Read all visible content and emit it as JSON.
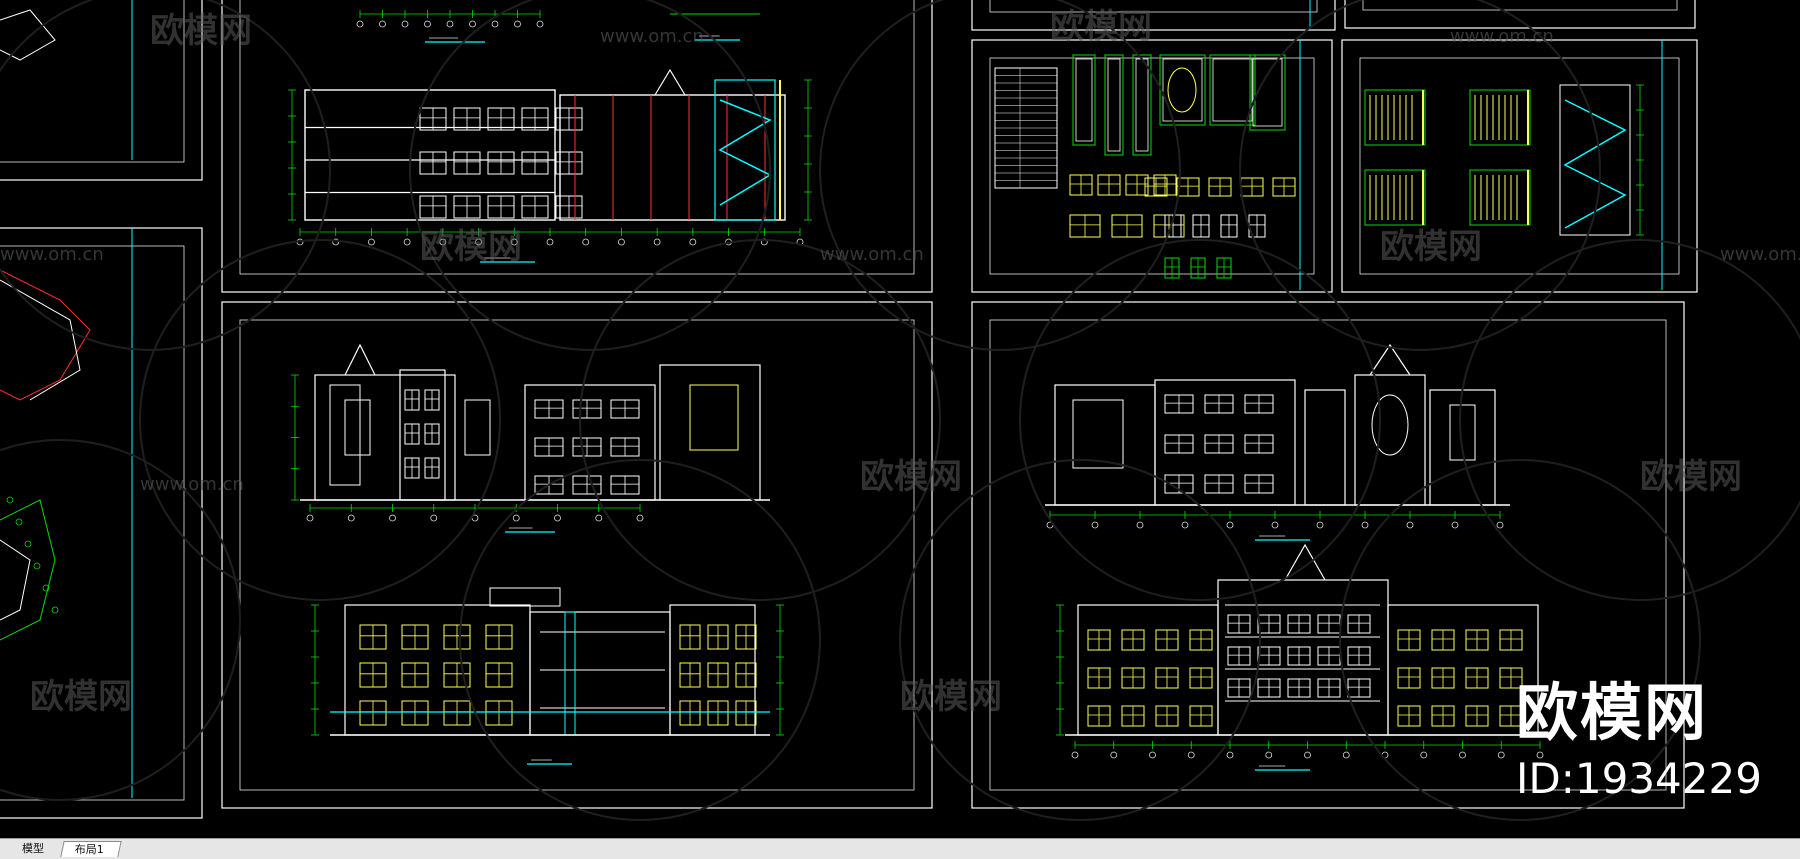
{
  "viewport": {
    "background": "#000000",
    "colors": {
      "frame": "#ffffff",
      "inner_frame": "#e8e8e8",
      "title_line": "#00ffff",
      "dimension": "#00dd00",
      "wall": "#ffffff",
      "window": "#ffff55",
      "section_cut": "#ff3030",
      "stair": "#00ffff",
      "label": "#e0e0e0"
    }
  },
  "watermark": {
    "logo_text": "欧模网",
    "url_text": "www.om.cn",
    "big_text": "欧模网",
    "id_text": "ID:1934229"
  },
  "tabs": [
    {
      "label": "模型",
      "active": false
    },
    {
      "label": "布局1",
      "active": true
    }
  ]
}
